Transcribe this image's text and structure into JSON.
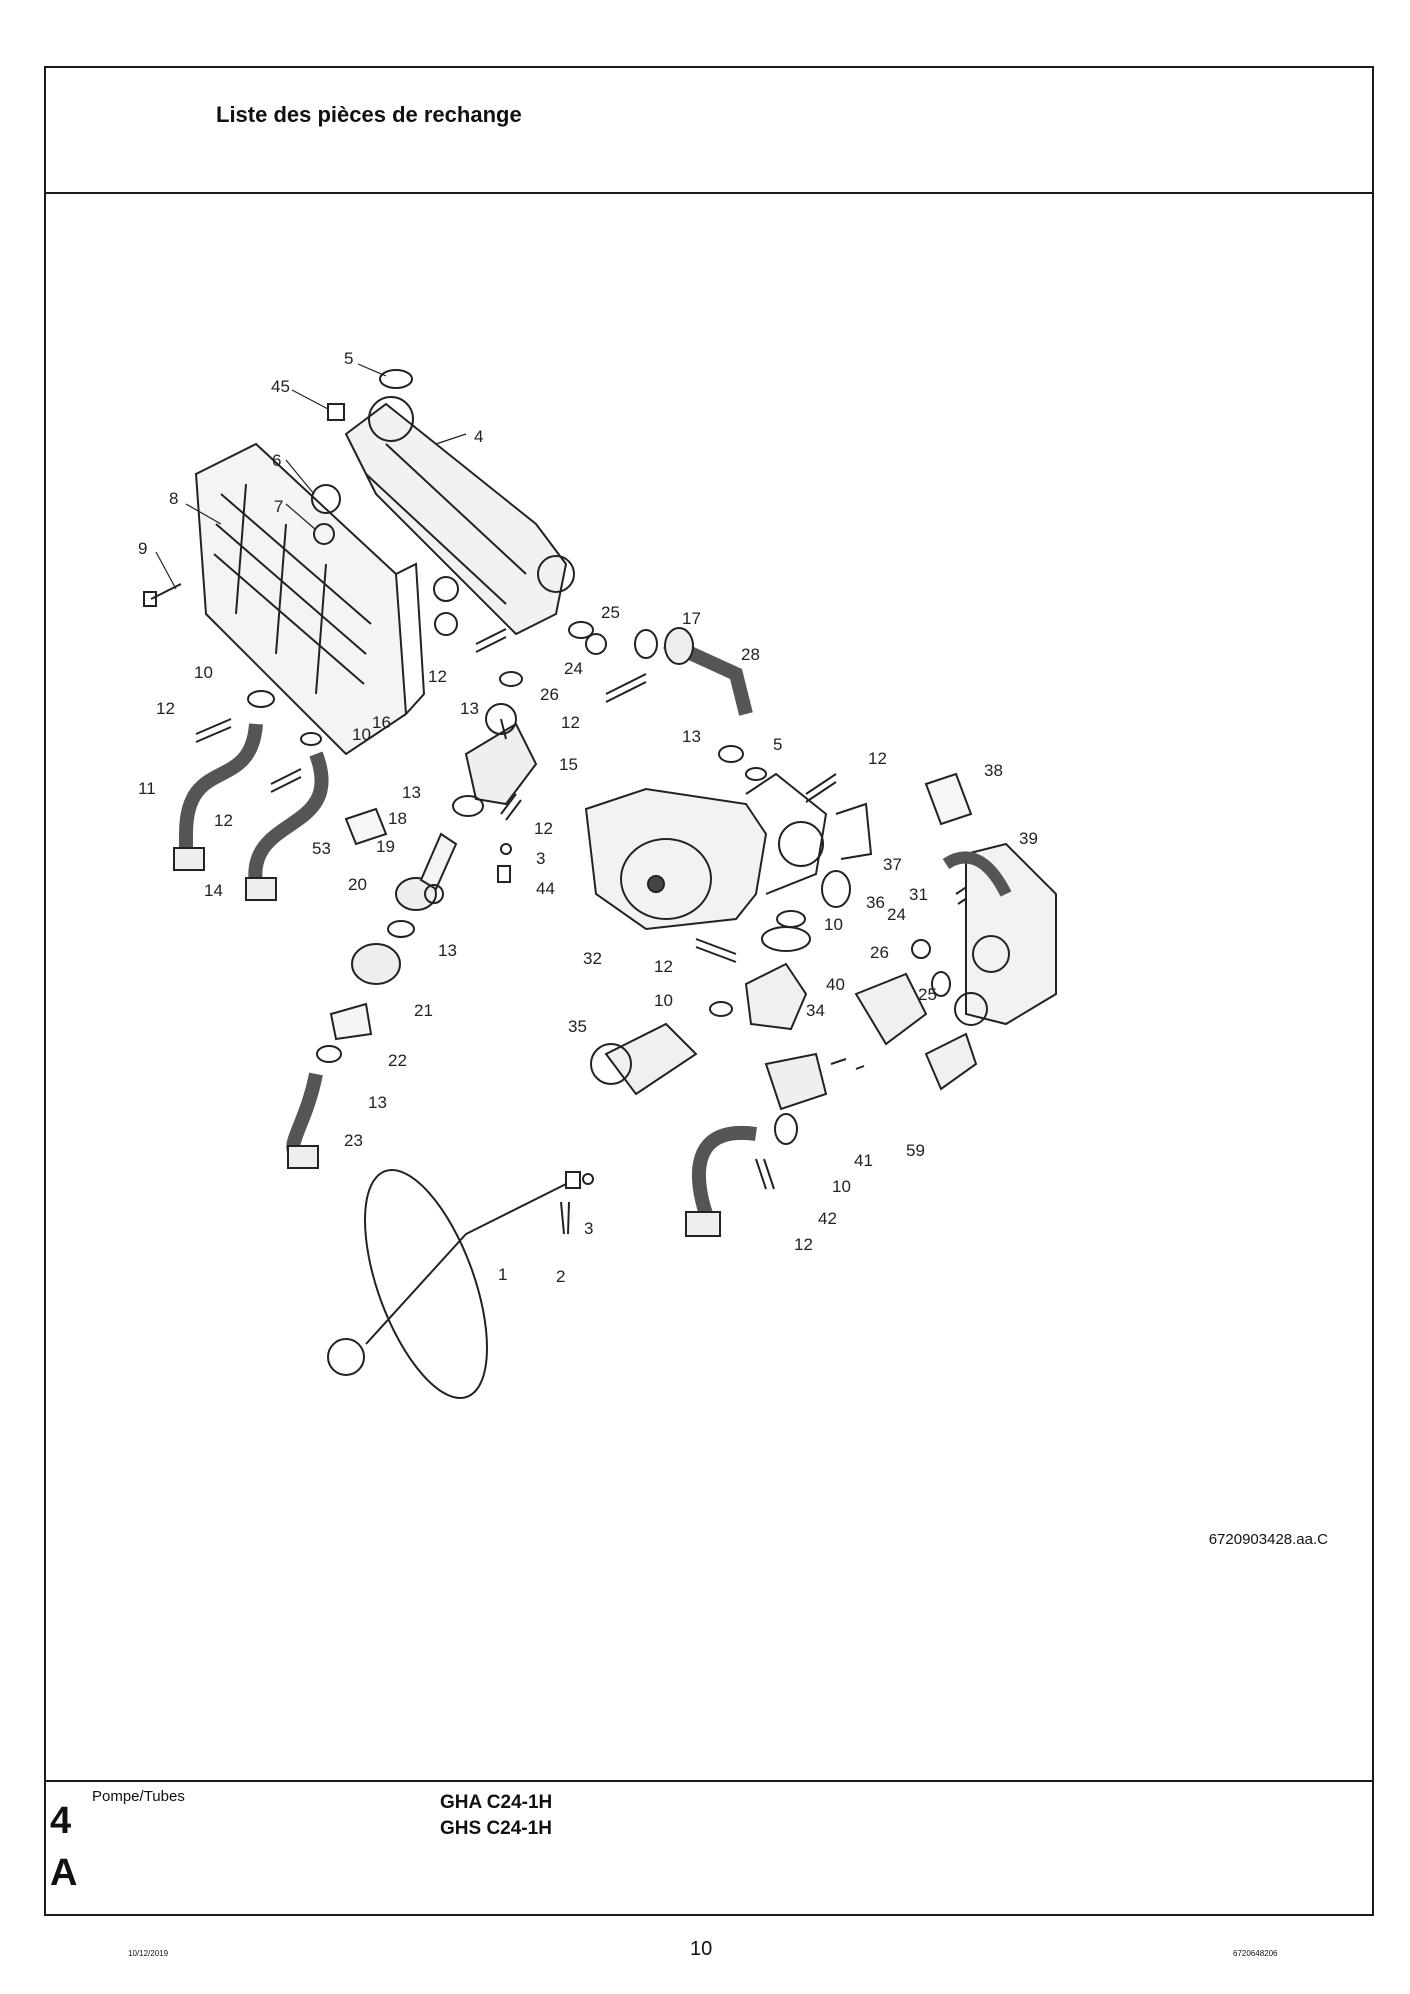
{
  "header": {
    "title": "Liste des pièces de rechange"
  },
  "drawing": {
    "reference": "6720903428.aa.C",
    "callouts": [
      "5",
      "45",
      "4",
      "6",
      "8",
      "7",
      "9",
      "25",
      "17",
      "28",
      "24",
      "12",
      "26",
      "13",
      "10",
      "12",
      "16",
      "10",
      "15",
      "12",
      "13",
      "5",
      "12",
      "38",
      "11",
      "12",
      "13",
      "18",
      "12",
      "53",
      "19",
      "3",
      "44",
      "14",
      "20",
      "37",
      "39",
      "36",
      "31",
      "24",
      "10",
      "13",
      "32",
      "12",
      "26",
      "21",
      "10",
      "34",
      "40",
      "25",
      "22",
      "35",
      "13",
      "23",
      "59",
      "41",
      "10",
      "42",
      "3",
      "12",
      "1",
      "2"
    ]
  },
  "footer": {
    "section": "Pompe/Tubes",
    "chapter_number": "4",
    "chapter_letter": "A",
    "models": [
      "GHA C24-1H",
      "GHS C24-1H"
    ],
    "date": "10/12/2019",
    "page": "10",
    "doc_number": "6720648206"
  }
}
